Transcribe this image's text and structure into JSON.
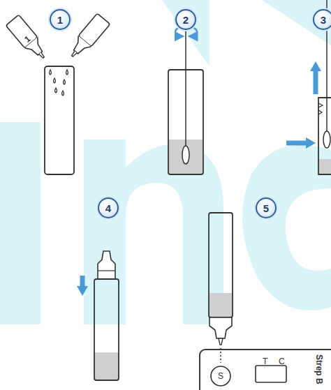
{
  "diagram": {
    "nodes": [
      {
        "text": [
          "1"
        ]
      },
      {
        "text": [
          "2"
        ]
      },
      {
        "text": [
          "3"
        ]
      },
      {
        "text": [
          "4"
        ]
      },
      {
        "text": [
          "5"
        ]
      },
      {
        "text": [
          "S",
          "T",
          "C",
          "Strep B"
        ]
      }
    ],
    "labels": [
      "1"
    ]
  }
}
